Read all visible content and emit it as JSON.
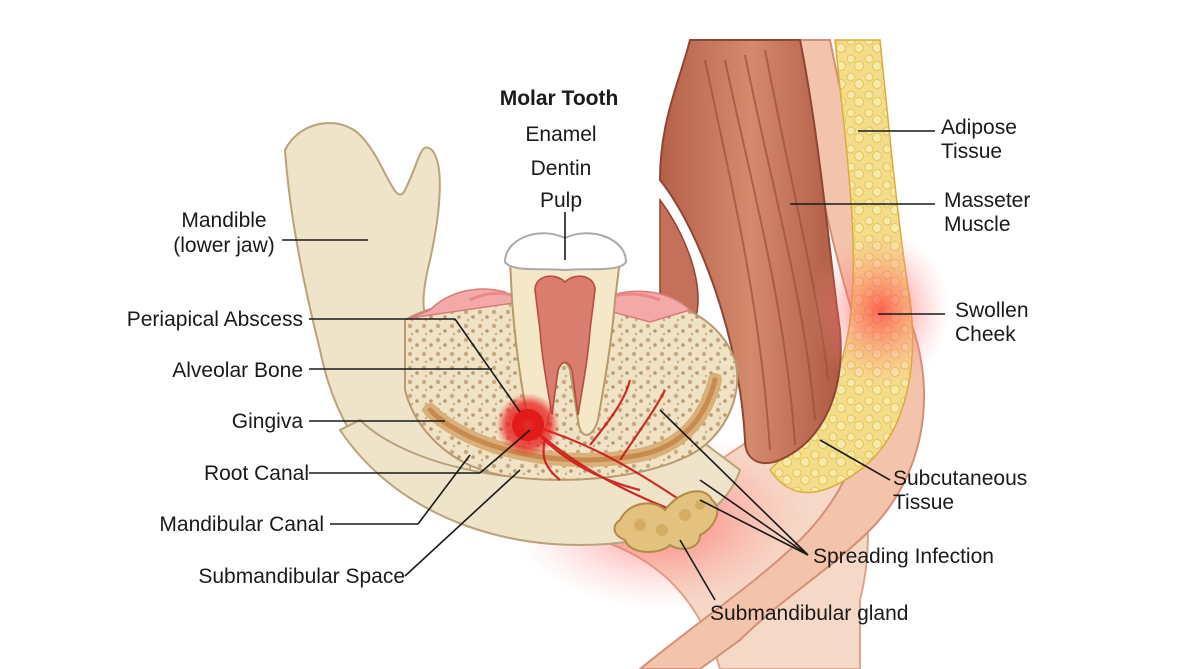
{
  "title": "Molar Tooth",
  "tooth_layers": [
    "Enamel",
    "Dentin",
    "Pulp"
  ],
  "labels": {
    "mandible": [
      "Mandible",
      "(lower jaw)"
    ],
    "periapical_abscess": "Periapical Abscess",
    "alveolar_bone": "Alveolar Bone",
    "gingiva": "Gingiva",
    "root_canal": "Root Canal",
    "mandibular_canal": "Mandibular Canal",
    "submandibular_space": "Submandibular Space",
    "adipose_tissue": [
      "Adipose",
      "Tissue"
    ],
    "masseter_muscle": [
      "Masseter",
      "Muscle"
    ],
    "swollen_cheek": [
      "Swollen",
      "Cheek"
    ],
    "subcutaneous_tissue": [
      "Subcutaneous",
      "Tissue"
    ],
    "spreading_infection": "Spreading Infection",
    "submandibular_gland": "Submandibular gland"
  },
  "colors": {
    "bone": "#efe3c8",
    "bone_outline": "#c9b48a",
    "muscle": "#c97b5f",
    "fat": "#f1cf5a",
    "infection": "#e8282a",
    "skin": "#f5c9b0",
    "gland": "#e2c27e"
  }
}
